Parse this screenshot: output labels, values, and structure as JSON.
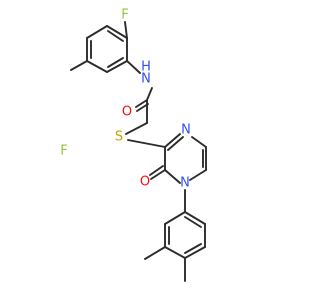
{
  "molecule": {
    "atoms": [
      {
        "id": "F1",
        "label": "F",
        "color": "#8fc640"
      },
      {
        "id": "F2",
        "label": "F",
        "color": "#8fc640"
      },
      {
        "id": "N_amide",
        "label": "N",
        "color": "#3050f8"
      },
      {
        "id": "H_amide",
        "label": "H",
        "color": "#3050f8"
      },
      {
        "id": "O_amide",
        "label": "O",
        "color": "#ff0d0d"
      },
      {
        "id": "S",
        "label": "S",
        "color": "#c8a400"
      },
      {
        "id": "N_pyrazine",
        "label": "N",
        "color": "#3050f8"
      },
      {
        "id": "O_ring",
        "label": "O",
        "color": "#ff0d0d"
      },
      {
        "id": "N_ring",
        "label": "N",
        "color": "#3050f8"
      }
    ],
    "bond_color": "#2b2b2b"
  }
}
